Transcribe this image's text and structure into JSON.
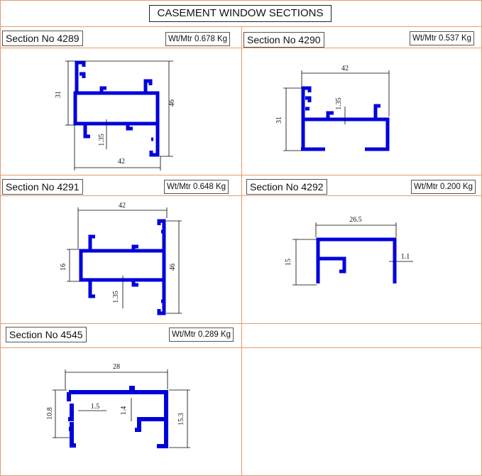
{
  "title": "CASEMENT WINDOW SECTIONS",
  "colors": {
    "grid": "#e69d6b",
    "profile": "#0000dd"
  },
  "sections": [
    {
      "name": "Section No 4289",
      "weight": "Wt/Mtr 0.678 Kg",
      "dims": {
        "width": "42",
        "height_left": "31",
        "height_right": "46",
        "thickness": "1.35"
      }
    },
    {
      "name": "Section No 4290",
      "weight": "Wt/Mtr 0.537 Kg",
      "dims": {
        "width": "42",
        "height": "31",
        "thickness": "1.35"
      }
    },
    {
      "name": "Section No 4291",
      "weight": "Wt/Mtr 0.648 Kg",
      "dims": {
        "width": "42",
        "height_left": "16",
        "height_right": "46",
        "thickness": "1.35"
      }
    },
    {
      "name": "Section No 4292",
      "weight": "Wt/Mtr 0.200 Kg",
      "dims": {
        "width": "26.5",
        "height": "15",
        "thickness": "1.1"
      }
    },
    {
      "name": "Section No 4545",
      "weight": "Wt/Mtr 0.289 Kg",
      "dims": {
        "width": "28",
        "height_left": "10.8",
        "height_right": "15.3",
        "inner_a": "1.5",
        "inner_b": "1.4"
      }
    }
  ]
}
